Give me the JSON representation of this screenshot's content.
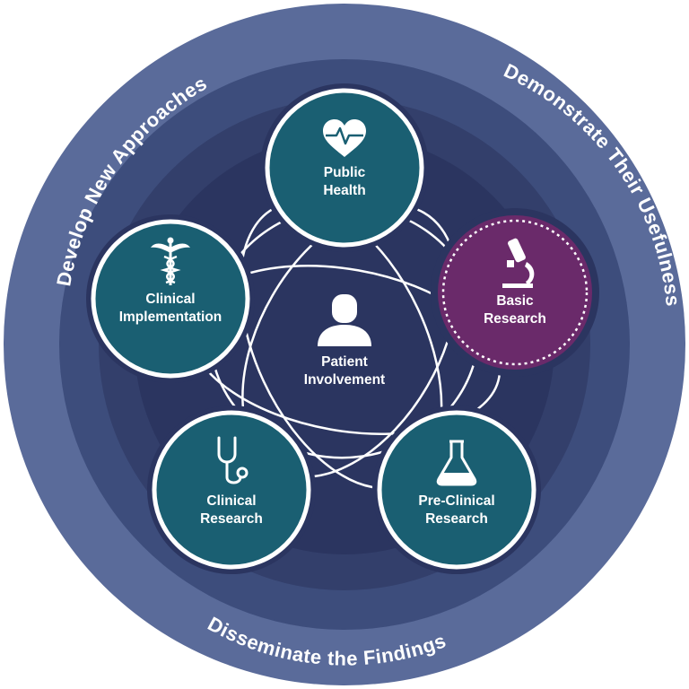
{
  "outer_ring": {
    "top_left": "Develop New Approaches",
    "top_right": "Demonstrate Their Usefulness",
    "bottom": "Disseminate the Findings"
  },
  "center": {
    "icon": "person-icon",
    "line1": "Patient",
    "line2": "Involvement"
  },
  "nodes": {
    "public_health": {
      "line1": "Public",
      "line2": "Health",
      "icon": "heart-pulse-icon"
    },
    "basic_research": {
      "line1": "Basic",
      "line2": "Research",
      "icon": "microscope-icon"
    },
    "preclinical_research": {
      "line1": "Pre-Clinical",
      "line2": "Research",
      "icon": "flask-icon"
    },
    "clinical_research": {
      "line1": "Clinical",
      "line2": "Research",
      "icon": "stethoscope-icon"
    },
    "clinical_implementation": {
      "line1": "Clinical",
      "line2": "Implementation",
      "icon": "caduceus-icon"
    }
  },
  "colors": {
    "outer_ring": "#5a6b9a",
    "band_2": "#3d4d7c",
    "band_3": "#333f6b",
    "band_4": "#2b3560",
    "teal_node": "#1a5f72",
    "purple_node": "#6a2a6a",
    "line": "#ffffff"
  }
}
